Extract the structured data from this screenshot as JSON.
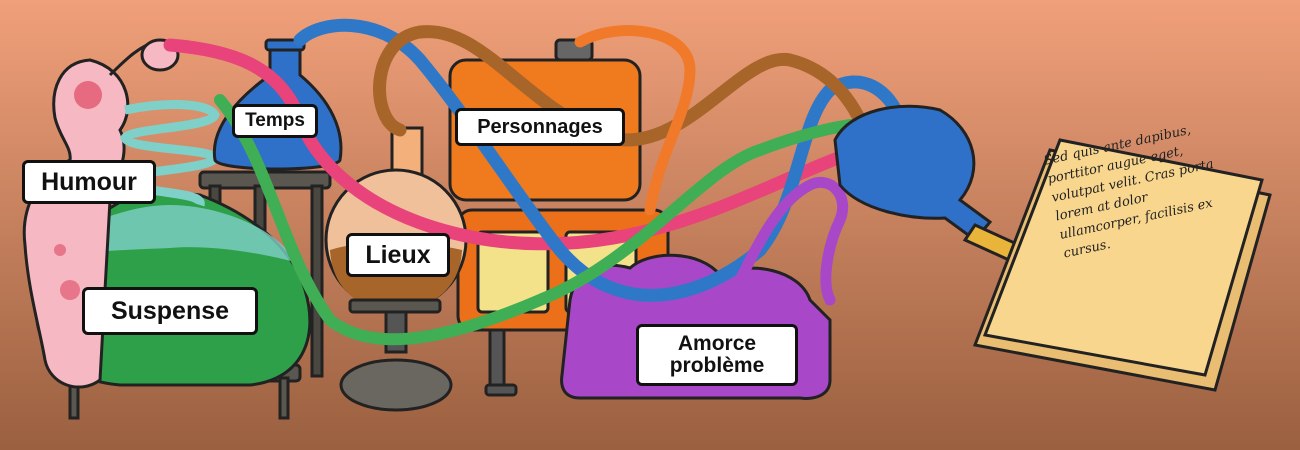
{
  "labels": {
    "humour": "Humour",
    "temps": "Temps",
    "personnages": "Personnages",
    "lieux": "Lieux",
    "suspense": "Suspense",
    "amorce": "Amorce problème"
  },
  "paper": {
    "text": "Sed quis ante dapibus, porttitor augue eget, volutpat velit. Cras porta lorem at dolor ullamcorper, facilisis ex cursus."
  },
  "colors": {
    "background_top": "#f0a07a",
    "background_bottom": "#9a6040",
    "pipe_pink": "#e8437a",
    "pipe_blue": "#2f78c8",
    "pipe_brown": "#a8652a",
    "pipe_green": "#3fae55",
    "pipe_orange": "#f07a2a",
    "machine_orange": "#f07a1e",
    "flask_green": "#2fa04a",
    "flask_pink": "#f6b8c2",
    "purple_machine": "#a848c8",
    "pen_blue": "#2f70c8",
    "paper": "#f8d68e"
  },
  "icons": [
    "flask-icon",
    "pen-icon",
    "paper-sheet-icon",
    "tube-icon"
  ]
}
